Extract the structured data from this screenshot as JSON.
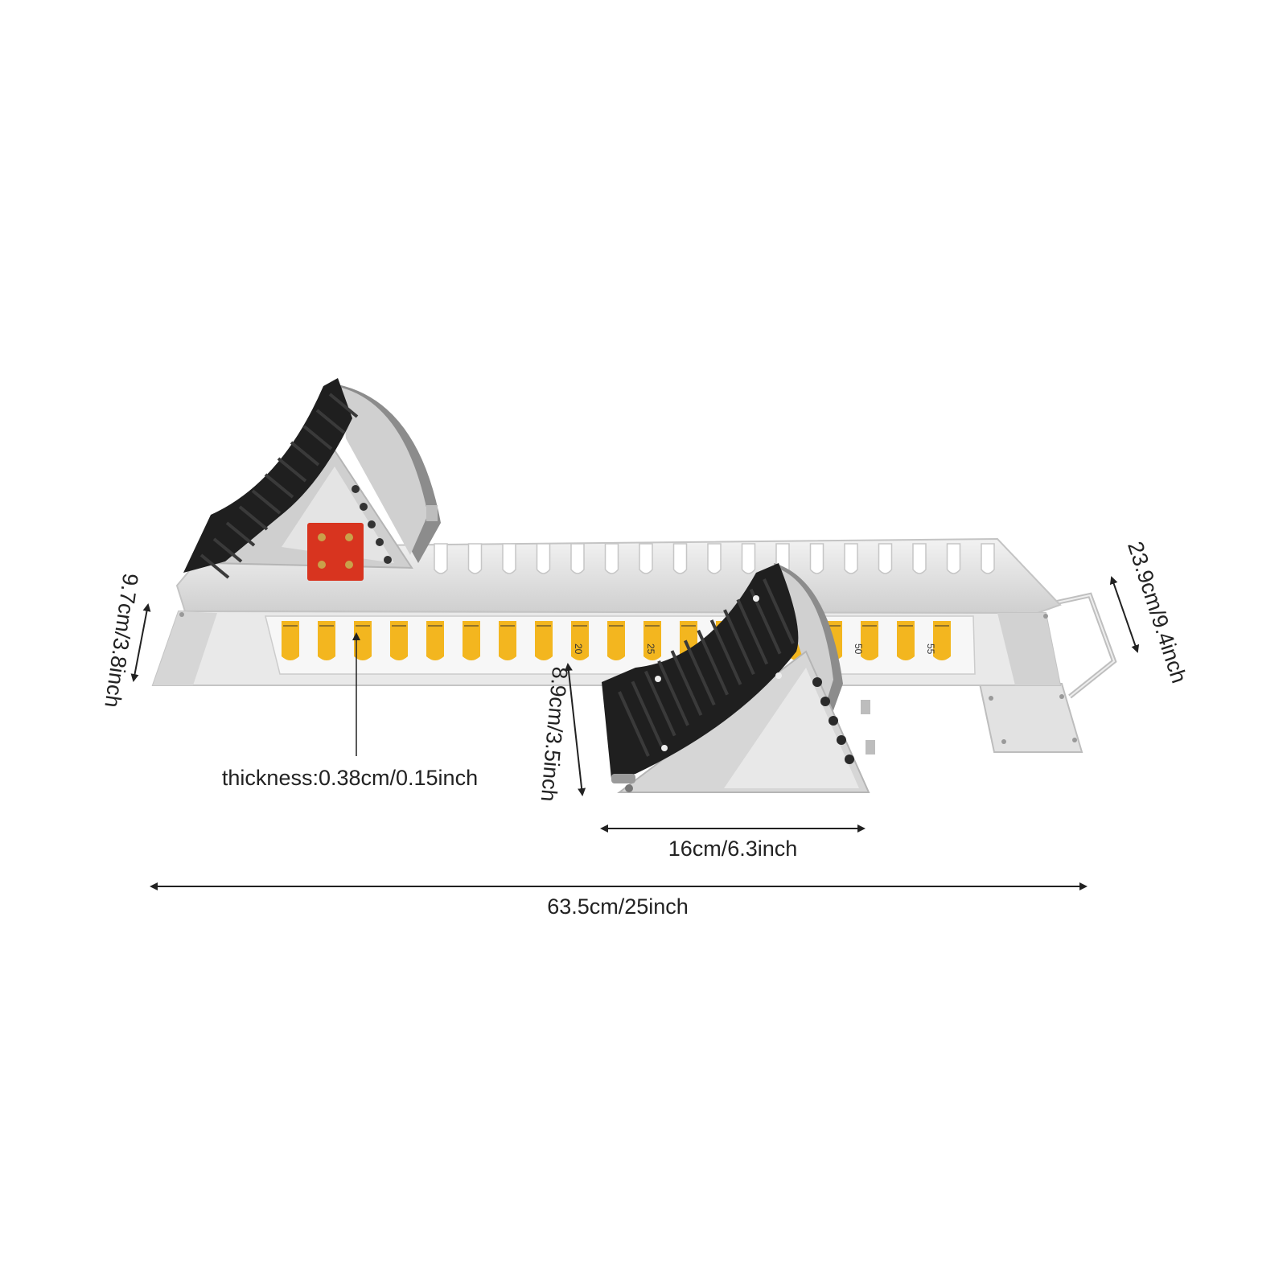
{
  "dimensions": {
    "height_left": "9.7cm/3.8inch",
    "width_right": "23.9cm/9.4inch",
    "thickness": "thickness:0.38cm/0.15inch",
    "block_height": "8.9cm/3.5inch",
    "block_length": "16cm/6.3inch",
    "total_length": "63.5cm/25inch"
  },
  "scale_labels": [
    "20",
    "25",
    "50",
    "55"
  ],
  "colors": {
    "rail": "#dcdcdc",
    "rail_light": "#efefef",
    "rail_dark": "#b9b9b9",
    "scale": "#f3b61f",
    "pad": "#1f1f1f",
    "pad_rib": "#3a3a3a",
    "plate": "#d7d7d7",
    "red_block": "#d8341f",
    "text": "#222222"
  }
}
